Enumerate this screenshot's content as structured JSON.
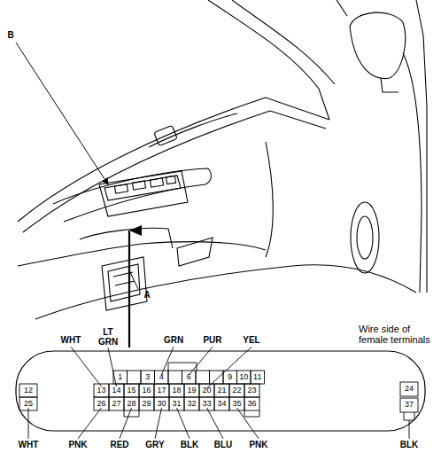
{
  "diagram": {
    "labels": [
      "B",
      "A",
      "WHT",
      "LT GRN",
      "GRN",
      "PUR",
      "YEL",
      "1",
      "3",
      "4",
      "6",
      "9",
      "10",
      "11",
      "12",
      "13",
      "14",
      "15",
      "16",
      "17",
      "18",
      "19",
      "20",
      "21",
      "22",
      "23",
      "24",
      "25",
      "26",
      "27",
      "28",
      "29",
      "30",
      "31",
      "32",
      "33",
      "34",
      "35",
      "36",
      "37",
      "Wire side of female terminals",
      "WHT",
      "PNK",
      "RED",
      "GRY",
      "BLK",
      "BLU",
      "PNK",
      "BLK"
    ]
  }
}
